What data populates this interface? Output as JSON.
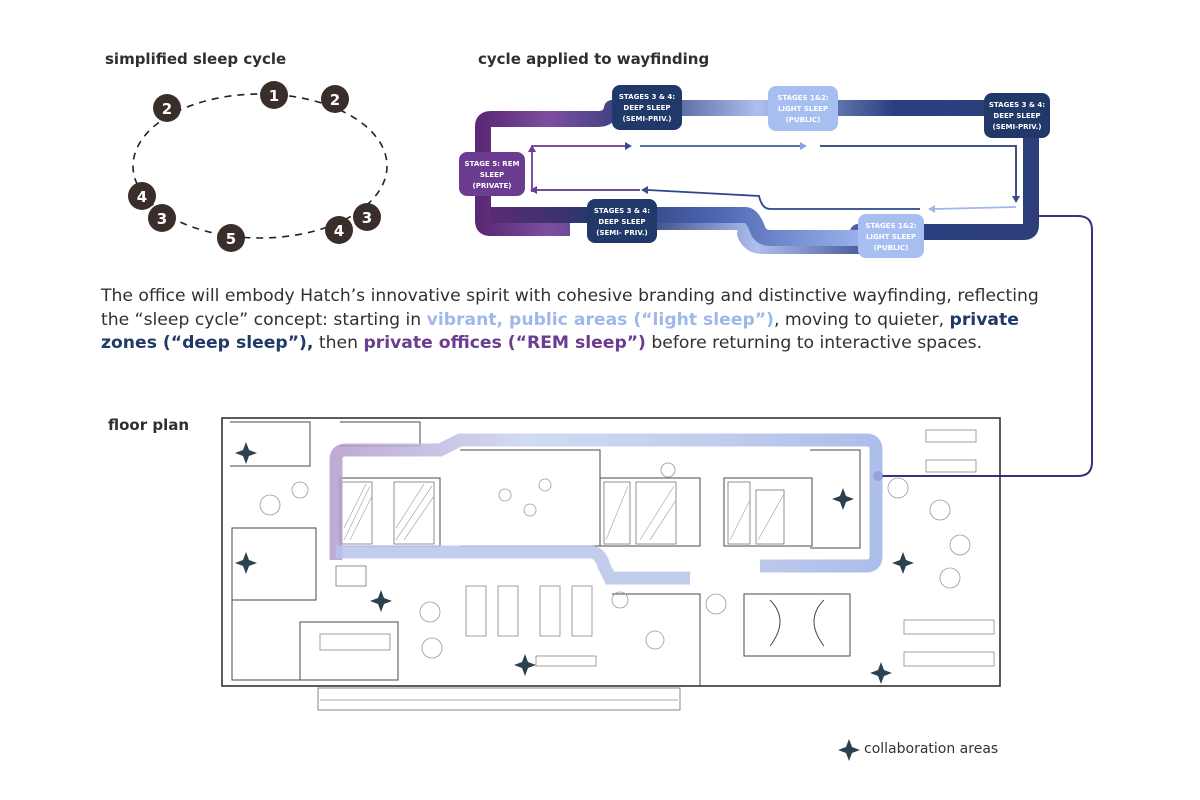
{
  "headings": {
    "sleep_cycle": "simplified sleep cycle",
    "wayfinding": "cycle applied to wayfinding",
    "floor_plan": "floor plan"
  },
  "sleep_cycle_nodes": [
    "1",
    "2",
    "2",
    "4",
    "3",
    "5",
    "4",
    "3"
  ],
  "stages": {
    "deep_top": [
      "STAGES 3 & 4:",
      "DEEP SLEEP",
      "(SEMI-PRIV.)"
    ],
    "light_top": [
      "STAGES 1&2:",
      "LIGHT SLEEP",
      "(PUBLIC)"
    ],
    "deep_right": [
      "STAGES 3 & 4:",
      "DEEP SLEEP",
      "(SEMI-PRIV.)"
    ],
    "rem": [
      "STAGE 5: REM",
      "SLEEP",
      "(PRIVATE)"
    ],
    "deep_bottom": [
      "STAGES 3 & 4:",
      "DEEP SLEEP",
      "(SEMI- PRIV.)"
    ],
    "light_bottom": [
      "STAGES 1&2:",
      "LIGHT SLEEP",
      "(PUBLIC)"
    ]
  },
  "description": {
    "part1": "The office will embody Hatch’s innovative spirit with cohesive branding and distinctive wayfinding, reflecting the “sleep cycle” concept: starting in ",
    "light": "vibrant, public areas (“light sleep”)",
    "part2": ", moving to quieter, ",
    "deep": "private zones (“deep sleep”),",
    "part3": " then ",
    "rem": "private offices (“REM sleep”)",
    "part4": " before returning to interactive spaces."
  },
  "legend": {
    "label": "collaboration areas",
    "icon": "sparkle-icon"
  },
  "colors": {
    "light": "#9fb8ec",
    "deep": "#203968",
    "rem": "#6b3c8f",
    "node": "#3a2e2b"
  }
}
